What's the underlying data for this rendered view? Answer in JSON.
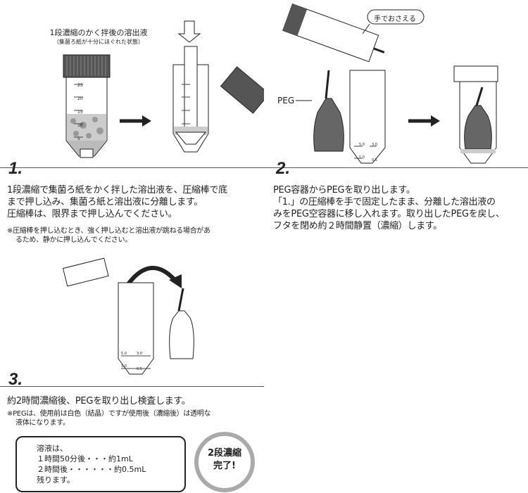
{
  "step1": {
    "number": "1.",
    "caption_title": "1段濃縮のかく拌後の溶出液",
    "caption_sub": "（集菌ろ紙が十分にほぐれた状態）",
    "scale_labels": [
      "25",
      "20",
      "15",
      "10",
      "5"
    ],
    "lines": [
      "1段濃縮で集菌ろ紙をかく拌した溶出液を、圧縮棒で底",
      "まで押し込み、集菌ろ紙と溶出液に分離します。",
      "圧縮棒は、限界まで押し込んでください。"
    ],
    "notes": [
      "※圧縮棒を押し込むとき、強く押し込むと溶出液が跳ねる場合があ",
      "るため、静かに押し込んでください。"
    ]
  },
  "step2": {
    "number": "2.",
    "hand_label": "手でおさえる",
    "peg_label": "PEG",
    "scale_labels": [
      "5.0",
      "3.0",
      "1.0",
      "0.5"
    ],
    "lines": [
      "PEG容器からPEGを取り出します。",
      "「1.」の圧縮棒を手で固定したまま、分離した溶出液の",
      "みをPEG空容器に移し入れます。取り出したPEGを戻し、",
      "フタを閉め約２時間静置（濃縮）します。"
    ]
  },
  "step3": {
    "number": "3.",
    "scale_labels": [
      "5.0",
      "3.0",
      "1.0",
      "0.5"
    ],
    "line": "約2時間濃縮後、PEGを取り出し検査します。",
    "notes": [
      "※PEGは、使用前は白色（結晶）ですが使用後（濃縮後）は透明な",
      "液体になります。"
    ],
    "box_lines": [
      "溶液は、",
      "１時間50分後・・・約1mL",
      "２時間後・・・・・・約0.5mL",
      "残ります。"
    ],
    "badge_lines": [
      "2段濃縮",
      "完了!"
    ]
  }
}
